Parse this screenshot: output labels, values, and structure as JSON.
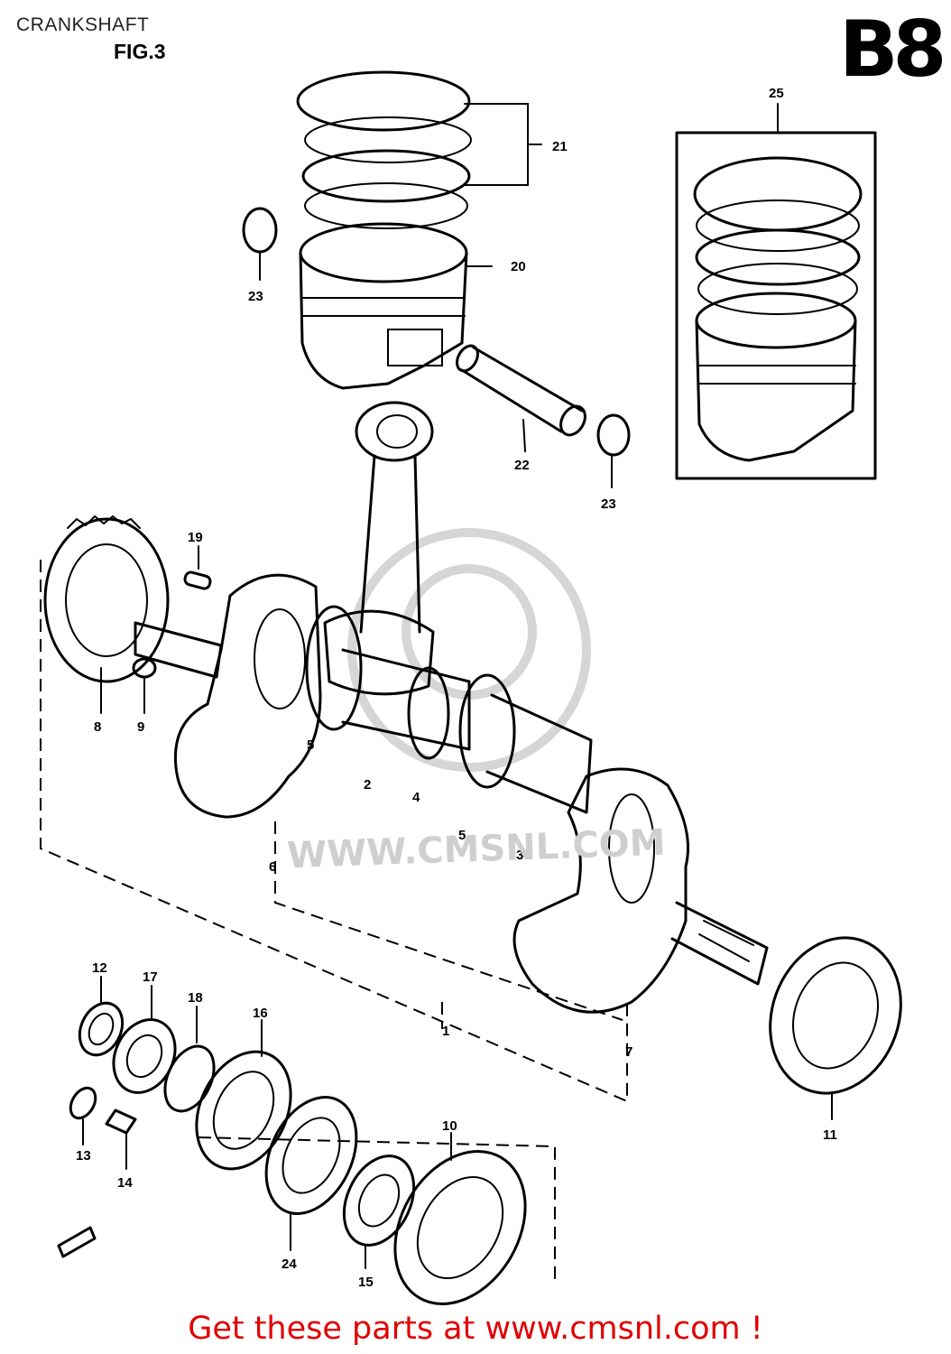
{
  "header": {
    "title": "CRANKSHAFT",
    "figure": "FIG.3",
    "page_code": "B8"
  },
  "watermark": "WWW.CMSNL.COM",
  "footer": {
    "cta": "Get these parts at www.cmsnl.com !"
  },
  "callouts": [
    "1",
    "2",
    "3",
    "4",
    "5",
    "5",
    "6",
    "7",
    "8",
    "9",
    "10",
    "11",
    "12",
    "13",
    "14",
    "15",
    "16",
    "17",
    "18",
    "19",
    "20",
    "21",
    "22",
    "23",
    "23",
    "24",
    "25"
  ]
}
